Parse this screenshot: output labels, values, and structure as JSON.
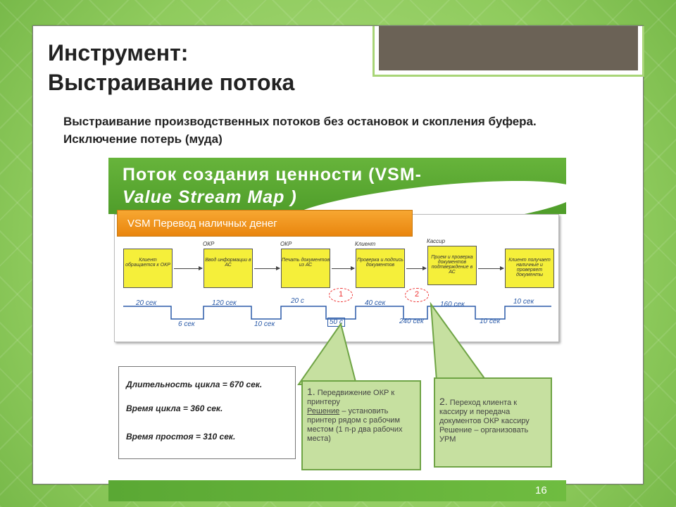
{
  "slide": {
    "title_line1": "Инструмент:",
    "title_line2": "Выстраивание потока",
    "subtitle": "Выстраивание производственных потоков без остановок и скопления буфера. Исключение потерь (муда)",
    "page_number": "16"
  },
  "vsm": {
    "title_line1": "Поток создания ценности (VSM-",
    "title_line2": "Value Stream Map )",
    "map_title": "VSM Перевод наличных денег",
    "steps": [
      {
        "label": "",
        "text": "Клиент обращается к ОКР"
      },
      {
        "label": "ОКР",
        "text": "Ввод информации в АС"
      },
      {
        "label": "ОКР",
        "text": "Печать документов из АС"
      },
      {
        "label": "Клиент",
        "text": "Проверка и подпись документов"
      },
      {
        "label": "Кассир",
        "text": "Прием и проверка документов подтверждение в АС"
      },
      {
        "label": "",
        "text": "Клиент получает наличные и проверяет документы"
      }
    ],
    "timeline": {
      "upper": [
        "20 сек",
        "120 сек",
        "20 с",
        "40 сек",
        "160 сек",
        "10 сек"
      ],
      "lower": [
        "6 сек",
        "10 сек",
        "50 с",
        "240 сек",
        "10 сек"
      ]
    },
    "bursts": [
      "1",
      "2"
    ]
  },
  "metrics": {
    "cycle_length": "Длительность цикла = 670 сек.",
    "cycle_time": "Время цикла = 360 сек.",
    "idle_time": "Время простоя = 310 сек."
  },
  "callouts": [
    {
      "num": "1.",
      "line1": "Передвижение ОКР к принтеру",
      "u": "Решение",
      "rest": " – установить принтер рядом с рабочим местом (1 п-р два рабочих места)"
    },
    {
      "num": "2.",
      "line1": "Переход клиента к кассиру и передача документов ОКР кассиру",
      "u": "Решение",
      "rest": " – организовать УРМ"
    }
  ]
}
